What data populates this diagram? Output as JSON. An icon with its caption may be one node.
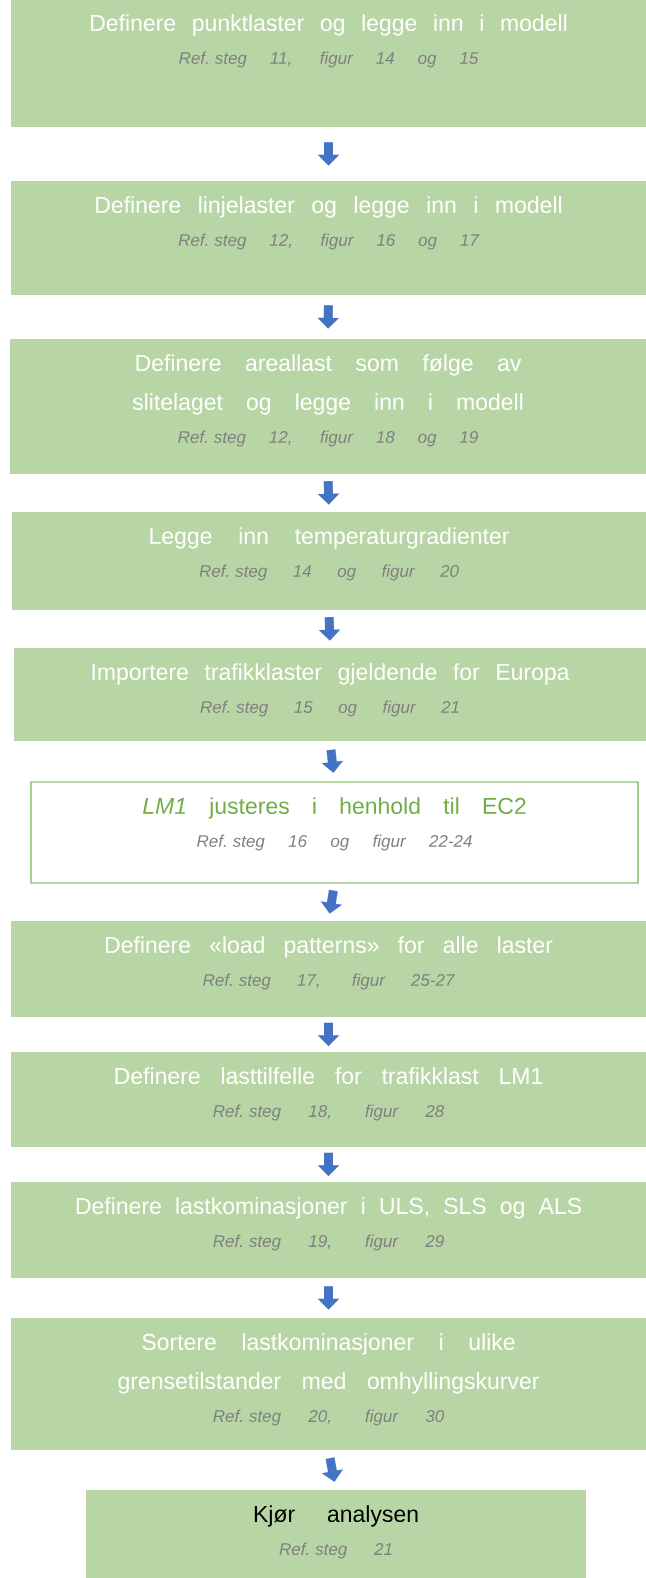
{
  "diagram": {
    "nodes": [
      {
        "text": [
          "Definere punktlaster og legge inn i modell",
          "Ref. steg 11, figur 14 og 15"
        ]
      },
      {
        "text": [
          "Definere linjelaster og legge inn i modell",
          "Ref. steg 12, figur 16 og 17"
        ]
      },
      {
        "text": [
          "Definere areallast som følge av slitelaget og legge inn i modell",
          "Ref. steg 12, figur 18 og 19"
        ]
      },
      {
        "text": [
          "Legge inn temperaturgradienter",
          "Ref. steg 14 og figur 20"
        ]
      },
      {
        "text": [
          "Importere trafikklaster gjeldende for Europa",
          "Ref. steg 15 og figur 21"
        ]
      },
      {
        "text": [
          "*LM1* justeres i henhold til EC2",
          "Ref. steg 16 og figur 22-24"
        ]
      },
      {
        "text": [
          "Definere «load patterns» for alle laster",
          "Ref. steg 17, figur 25-27"
        ]
      },
      {
        "text": [
          "Definere lasttilfelle for trafikklast LM1",
          "Ref. steg 18, figur 28"
        ]
      },
      {
        "text": [
          "Definere lastkominasjoner i ULS, SLS og ALS",
          "Ref. steg 19, figur 29"
        ]
      },
      {
        "text": [
          "Sortere lastkominasjoner i ulike grensetilstander med omhyllingskurver",
          "Ref. steg 20, figur 30"
        ]
      },
      {
        "text": [
          "Kjør analysen",
          "Ref. steg 21"
        ]
      }
    ],
    "edges": [
      {
        "from": 0,
        "to": 1,
        "arrow": "to"
      },
      {
        "from": 1,
        "to": 2,
        "arrow": "to"
      },
      {
        "from": 2,
        "to": 3,
        "arrow": "to"
      },
      {
        "from": 3,
        "to": 4,
        "arrow": "to"
      },
      {
        "from": 4,
        "to": 5,
        "arrow": "to"
      },
      {
        "from": 5,
        "to": 6,
        "arrow": "to"
      },
      {
        "from": 6,
        "to": 7,
        "arrow": "to"
      },
      {
        "from": 7,
        "to": 8,
        "arrow": "to"
      },
      {
        "from": 8,
        "to": 9,
        "arrow": "to"
      },
      {
        "from": 9,
        "to": 10,
        "arrow": "to"
      }
    ]
  }
}
